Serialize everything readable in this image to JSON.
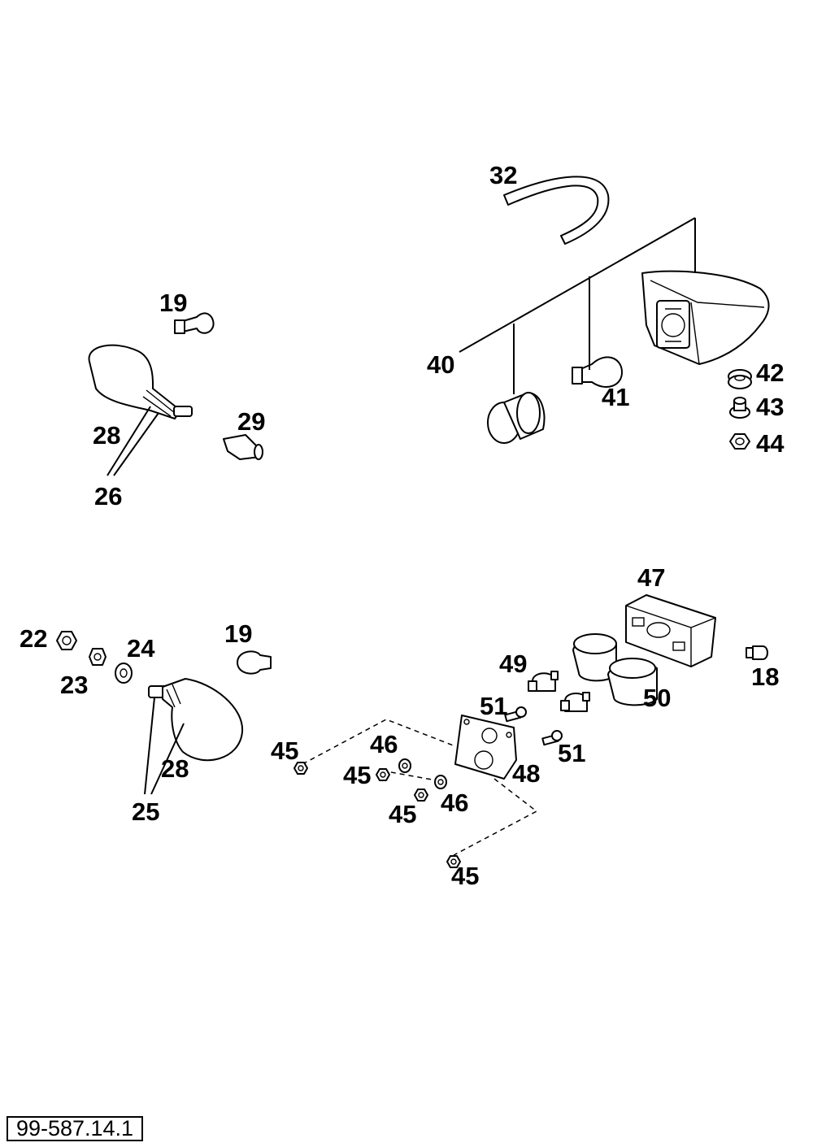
{
  "reference_number": "99-587.14.1",
  "callouts": {
    "c32": "32",
    "c19a": "19",
    "c40": "40",
    "c41": "41",
    "c42": "42",
    "c43": "43",
    "c44": "44",
    "c28a": "28",
    "c29": "29",
    "c26": "26",
    "c47": "47",
    "c22": "22",
    "c19b": "19",
    "c24": "24",
    "c23": "23",
    "c49": "49",
    "c18": "18",
    "c51a": "51",
    "c50": "50",
    "c45a": "45",
    "c46a": "46",
    "c51b": "51",
    "c28b": "28",
    "c45b": "45",
    "c48": "48",
    "c25": "25",
    "c46b": "46",
    "c45c": "45",
    "c45d": "45"
  }
}
